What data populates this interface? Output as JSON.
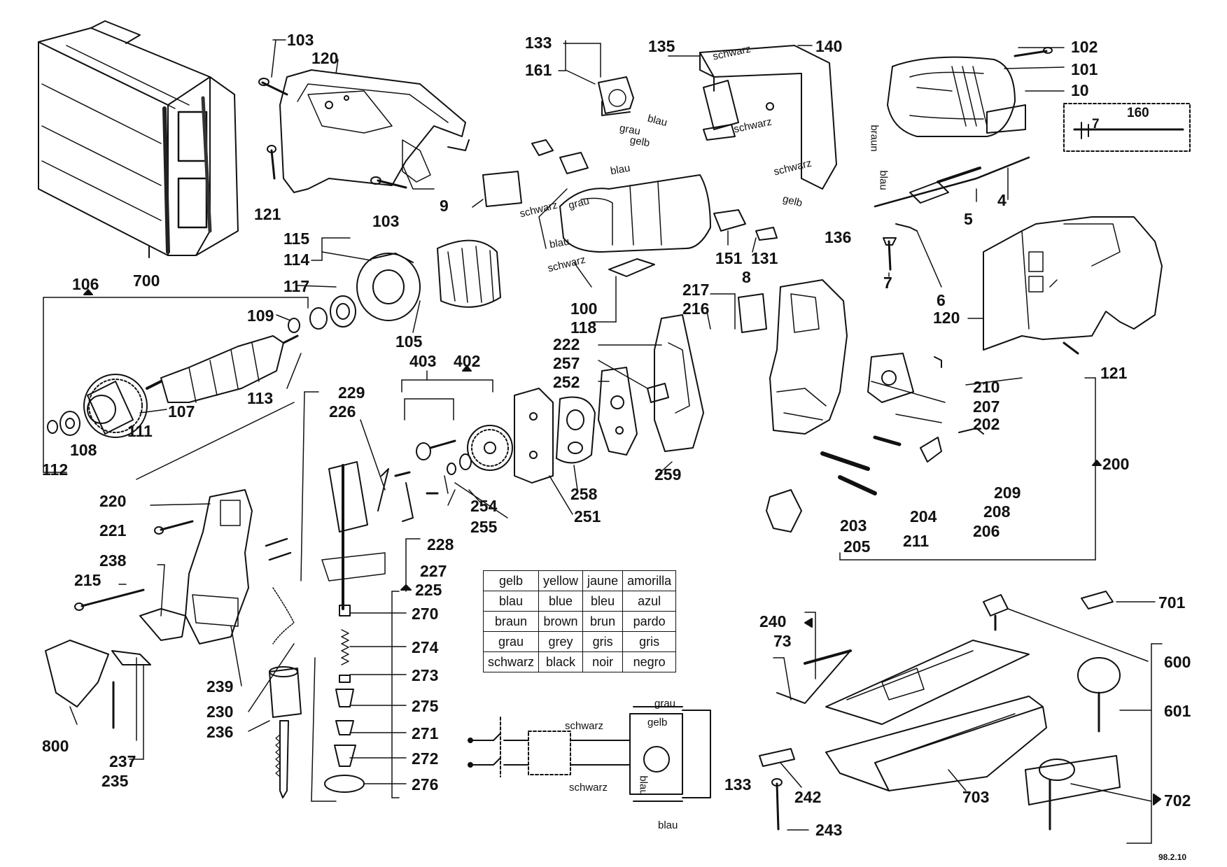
{
  "part_numbers": {
    "p103a": "103",
    "p120a": "120",
    "p121a": "121",
    "p103b": "103",
    "p700": "700",
    "p133a": "133",
    "p161": "161",
    "p135": "135",
    "p140": "140",
    "p102": "102",
    "p101": "101",
    "p10": "10",
    "p160": "160",
    "p7a": "7",
    "p9": "9",
    "p4": "4",
    "p5": "5",
    "p136": "136",
    "p115": "115",
    "p114": "114",
    "p117": "117",
    "p106": "106",
    "p109": "109",
    "p113": "113",
    "p107": "107",
    "p111": "111",
    "p108": "108",
    "p112": "112",
    "p105": "105",
    "p100": "100",
    "p118": "118",
    "p151": "151",
    "p131": "131",
    "p7b": "7",
    "p6": "6",
    "p120b": "120",
    "p121b": "121",
    "p8": "8",
    "p217": "217",
    "p216": "216",
    "p222": "222",
    "p257": "257",
    "p252": "252",
    "p403": "403",
    "p402": "402",
    "p229": "229",
    "p226": "226",
    "p254": "254",
    "p255": "255",
    "p251": "251",
    "p258": "258",
    "p259": "259",
    "p210": "210",
    "p207": "207",
    "p202": "202",
    "p200": "200",
    "p209": "209",
    "p208": "208",
    "p206": "206",
    "p203": "203",
    "p204": "204",
    "p211": "211",
    "p205": "205",
    "p220": "220",
    "p221": "221",
    "p228": "228",
    "p227": "227",
    "p238": "238",
    "p225": "225",
    "p215": "215",
    "p270": "270",
    "p274": "274",
    "p273": "273",
    "p275": "275",
    "p271": "271",
    "p272": "272",
    "p276": "276",
    "p239": "239",
    "p230": "230",
    "p236": "236",
    "p800": "800",
    "p237": "237",
    "p235": "235",
    "p133b": "133",
    "p240": "240",
    "p73": "73",
    "p242": "242",
    "p243": "243",
    "p703": "703",
    "p701": "701",
    "p600": "600",
    "p601": "601",
    "p702": "702"
  },
  "wire_labels": {
    "schwarz_1": "schwarz",
    "schwarz_2": "schwarz",
    "schwarz_3": "schwarz",
    "schwarz_4": "schwarz",
    "schwarz_5": "schwarz",
    "schwarz_6": "schwarz",
    "schwarz_7": "schwarz",
    "grau_1": "grau",
    "grau_2": "grau",
    "grau_3": "grau",
    "gelb_1": "gelb",
    "gelb_2": "gelb",
    "gelb_3": "gelb",
    "blau_1": "blau",
    "blau_2": "blau",
    "blau_3": "blau",
    "blau_4": "blau",
    "blau_5": "blau",
    "blau_6": "blau",
    "braun_1": "braun"
  },
  "color_table": {
    "rows": [
      [
        "gelb",
        "yellow",
        "jaune",
        "amorilla"
      ],
      [
        "blau",
        "blue",
        "bleu",
        "azul"
      ],
      [
        "braun",
        "brown",
        "brun",
        "pardo"
      ],
      [
        "grau",
        "grey",
        "gris",
        "gris"
      ],
      [
        "schwarz",
        "black",
        "noir",
        "negro"
      ]
    ]
  },
  "stamp": "98.2.10",
  "colors": {
    "ink": "#111111",
    "paper": "#ffffff"
  }
}
